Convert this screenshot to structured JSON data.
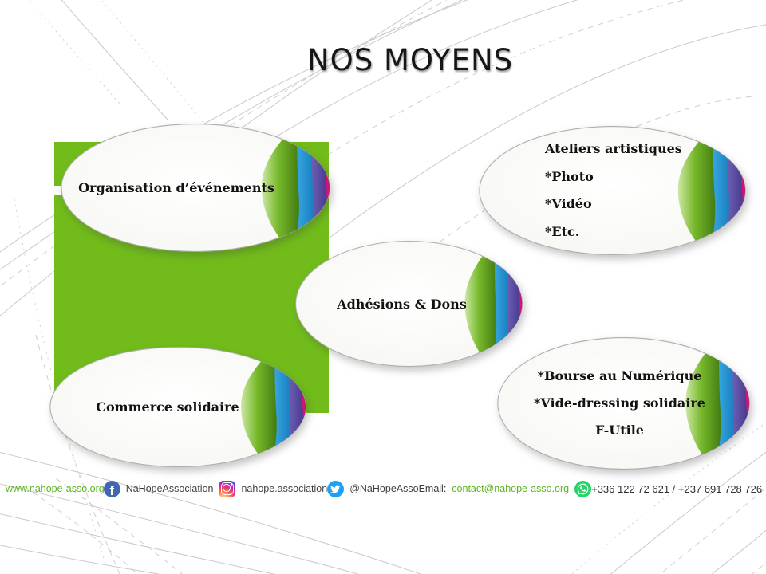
{
  "slide": {
    "title": "NOS MOYENS"
  },
  "ovals": {
    "organisation": {
      "label": "Organisation d’événements"
    },
    "ateliers": {
      "lines": [
        "Ateliers artistiques",
        "*Photo",
        "*Vidéo",
        "*Etc."
      ]
    },
    "adhesions": {
      "label": "Adhésions & Dons"
    },
    "commerce": {
      "label": "Commerce solidaire"
    },
    "bourse": {
      "lines": [
        "*Bourse au Numérique",
        "*Vide-dressing solidaire",
        "F-Utile"
      ]
    }
  },
  "footer": {
    "website": "www.nahope-asso.org",
    "facebook_handle": "NaHopeAssociation",
    "instagram_handle": "nahope.association",
    "twitter_handle": "@NaHopeAsso",
    "email_label": "Email:",
    "email": "contact@nahope-asso.org",
    "phone": "+336 122 72 621 / +237 691 728 726"
  },
  "icons": {
    "facebook_glyph": "f",
    "facebook": "facebook-icon",
    "instagram": "instagram-icon",
    "twitter": "twitter-bird-icon",
    "whatsapp": "whatsapp-icon"
  },
  "colors": {
    "green_panel": "#71bc1b",
    "wave_green": "#76b82a",
    "wave_blue": "#3cb0e8",
    "wave_purple": "#7568b8",
    "wave_pink": "#e52b8b",
    "link_green": "#5bb41d",
    "facebook_blue": "#4167b2",
    "twitter_blue": "#1da1f2",
    "whatsapp_green": "#25d366"
  }
}
